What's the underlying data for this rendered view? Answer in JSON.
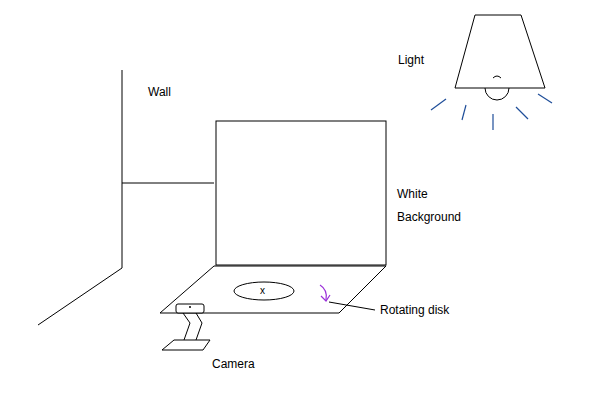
{
  "diagram": {
    "labels": [
      "Light",
      "Wall",
      "White Background",
      "Rotating disk",
      "x",
      "Camera"
    ]
  }
}
